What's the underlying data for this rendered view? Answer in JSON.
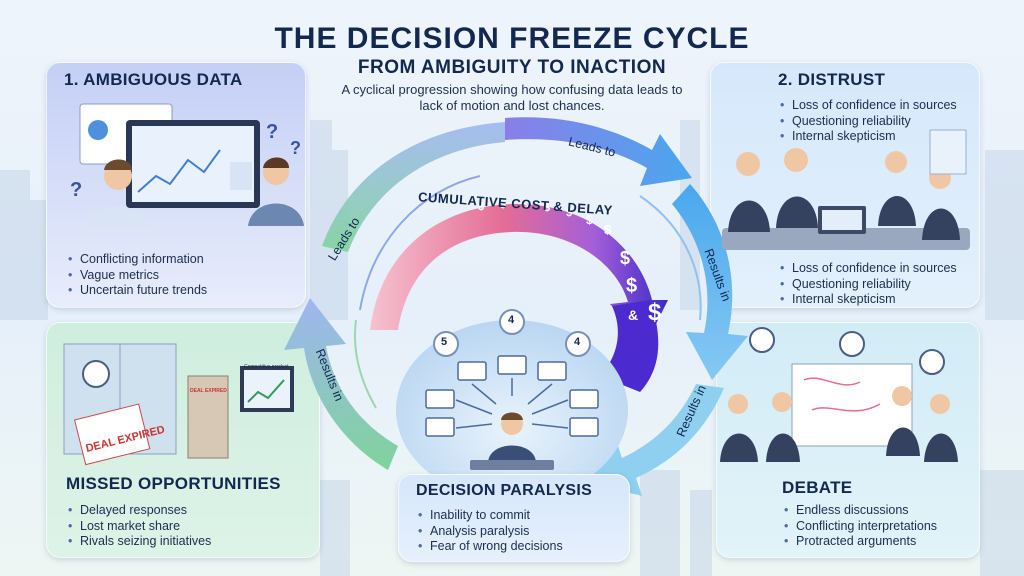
{
  "header": {
    "title": "THE DECISION FREEZE CYCLE",
    "subtitle": "FROM AMBIGUITY TO INACTION",
    "description": "A cyclical progression showing how confusing data leads to lack of motion and lost chances."
  },
  "stages": {
    "ambiguous_data": {
      "title": "1. AMBIGUOUS DATA",
      "bullets": [
        "Conflicting information",
        "Vague metrics",
        "Uncertain future trends"
      ]
    },
    "distrust": {
      "title": "2. DISTRUST",
      "bullets": [
        "Loss of confidence in sources",
        "Questioning reliability",
        "Internal skepticism"
      ],
      "bullets_repeat": [
        "Loss of confidence in sources",
        "Questioning reliability",
        "Internal skepticism"
      ]
    },
    "debate": {
      "title": "DEBATE",
      "bullets": [
        "Endless discussions",
        "Conflicting interpretations",
        "Protracted arguments"
      ]
    },
    "decision_paralysis": {
      "title": "DECISION PARALYSIS",
      "bullets": [
        "Inability to commit",
        "Analysis paralysis",
        "Fear of wrong decisions"
      ]
    },
    "missed_opportunities": {
      "title": "MISSED OPPORTUNITIES",
      "bullets": [
        "Delayed responses",
        "Lost market share",
        "Rivals seizing initiatives"
      ]
    }
  },
  "arrows": {
    "top_right": "Leads to",
    "top_left": "Leads to",
    "right_upper": "Results in",
    "right_lower": "Results in",
    "left": "Results in"
  },
  "center": {
    "cost_label": "CUMULATIVE COST & DELAY",
    "clock_numbers": [
      "5",
      "4",
      "4"
    ],
    "sign_text": "DEAL EXPIRED",
    "door_sign": "DEAL EXPIRED",
    "screen_caption": "Competitive product"
  },
  "colors": {
    "arrow_purple": "#7c6ee6",
    "arrow_blue": "#4aa3ea",
    "arrow_green": "#7fcf9a",
    "cost_arc": "#e56f95",
    "cost_dark": "#4b2bd0"
  }
}
